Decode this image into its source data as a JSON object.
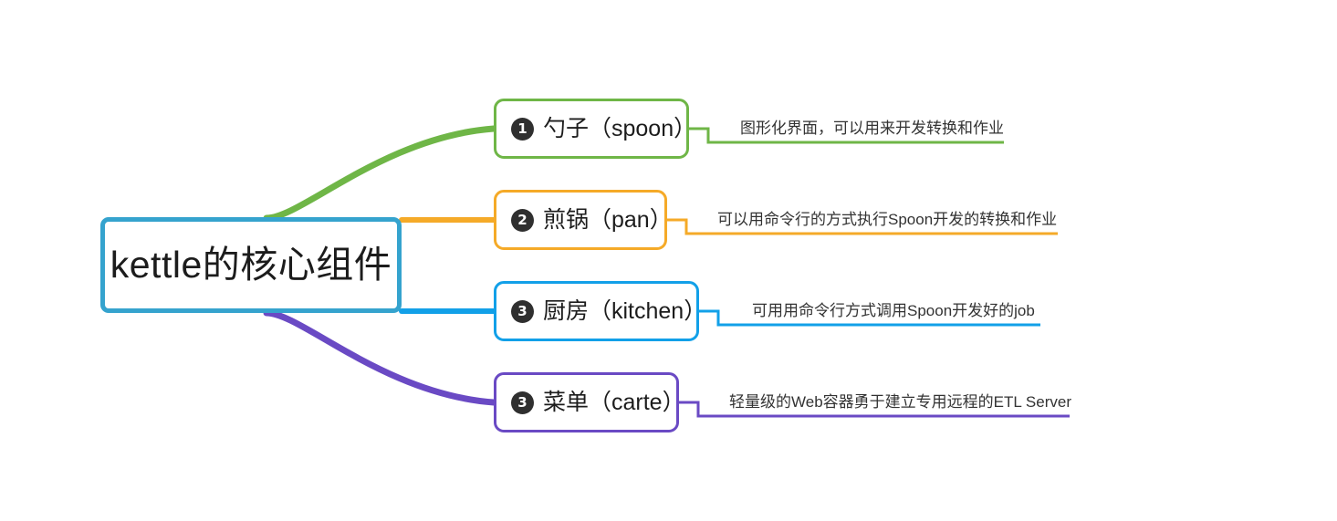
{
  "diagram": {
    "type": "mind-map",
    "background": "#ffffff",
    "root": {
      "label": "kettle的核心组件",
      "color": "#35a3ce"
    },
    "branches": [
      {
        "id": "spoon",
        "badge": "1",
        "label": "勺子（spoon）",
        "color": "#6fb647",
        "annotation": "图形化界面，可以用来开发转换和作业"
      },
      {
        "id": "pan",
        "badge": "2",
        "label": "煎锅（pan）",
        "color": "#f5aa28",
        "annotation": "可以用命令行的方式执行Spoon开发的转换和作业"
      },
      {
        "id": "kitchen",
        "badge": "3",
        "label": "厨房（kitchen）",
        "color": "#12a0e8",
        "annotation": "可用用命令行方式调用Spoon开发好的job"
      },
      {
        "id": "carte",
        "badge": "3",
        "label": "菜单（carte）",
        "color": "#6a4ac4",
        "annotation": "轻量级的Web容器勇于建立专用远程的ETL Server"
      }
    ]
  }
}
